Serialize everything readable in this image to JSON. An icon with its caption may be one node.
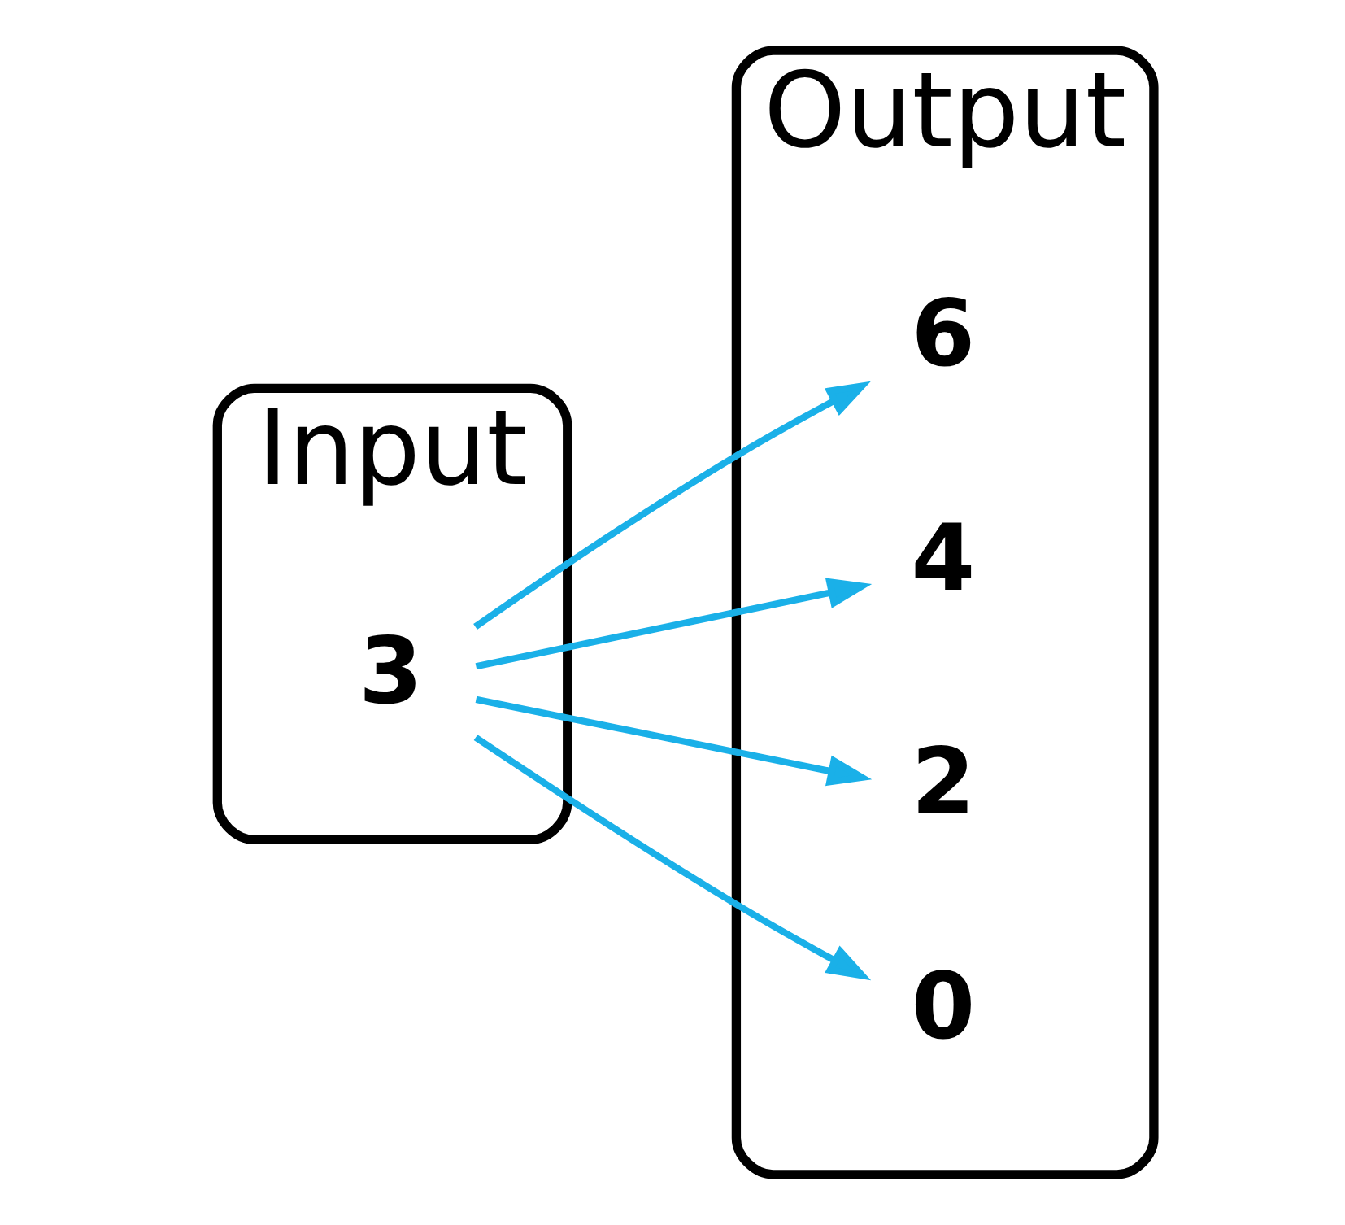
{
  "diagram": {
    "nodes": [
      {
        "text": [
          "Input"
        ]
      },
      {
        "text": [
          "3"
        ],
        "in": 0
      },
      {
        "text": [
          "Output"
        ]
      },
      {
        "text": [
          "0"
        ],
        "in": 2
      },
      {
        "text": [
          "2"
        ],
        "in": 2
      },
      {
        "text": [
          "4"
        ],
        "in": 2
      },
      {
        "text": [
          "6"
        ],
        "in": 2
      }
    ],
    "edges": [
      {
        "from": 1,
        "to": 3,
        "arrow": "to"
      },
      {
        "from": 1,
        "to": 4,
        "arrow": "to"
      },
      {
        "from": 1,
        "to": 5,
        "arrow": "to"
      },
      {
        "from": 1,
        "to": 6,
        "arrow": "to"
      }
    ]
  }
}
